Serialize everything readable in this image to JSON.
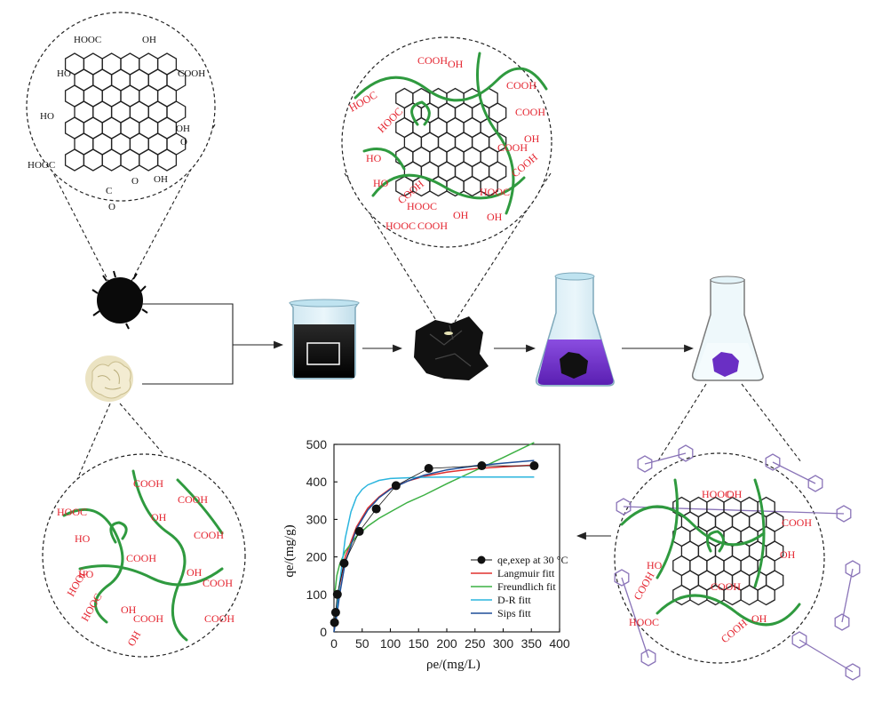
{
  "diagram": {
    "graphite_labels": {
      "hooc_top": "HOOC",
      "oh_top": "OH",
      "cooh_right": "COOH",
      "ho_1": "HO",
      "ho_2": "HO",
      "oh_right": "OH",
      "o_right": "O",
      "hooc_left": "HOOC",
      "oh_bottom": "OH",
      "c_bottom": "C",
      "o_bottom": "O",
      "o_ring": "O"
    },
    "cellulose_labels": [
      "COOH",
      "HOOC",
      "OH",
      "HO",
      "COOH",
      "COOH",
      "HO",
      "COOH",
      "OH",
      "COOH",
      "HOOC",
      "COOH",
      "HOOC",
      "OH",
      "OH",
      "COOH"
    ],
    "composite_labels": [
      "COOH",
      "HOOC",
      "OH",
      "COOH",
      "HOOC",
      "HO",
      "COOH",
      "OH",
      "HO",
      "COOH",
      "HOOC",
      "COOH",
      "OH",
      "COOH",
      "HOOC",
      "COOH",
      "OH",
      "HOOC"
    ],
    "adsorbed_labels": [
      "HOOC",
      "OH",
      "COOH",
      "HO",
      "OH",
      "COOH",
      "COOH",
      "HOOC",
      "OH",
      "COOH"
    ],
    "colors": {
      "green_chain": "#2f9a3f",
      "red_group": "#e4232e",
      "purple_dye": "#6a2fc4",
      "dye_molecule": "#8a74b8"
    }
  },
  "chart_data": {
    "type": "scatter",
    "xlabel": "ρe/(mg/L)",
    "ylabel": "qe/(mg/g)",
    "xlim": [
      0,
      400
    ],
    "ylim": [
      0,
      500
    ],
    "xticks": [
      "0",
      "50",
      "100",
      "150",
      "200",
      "250",
      "300",
      "350",
      "400"
    ],
    "yticks": [
      "0",
      "100",
      "200",
      "300",
      "400",
      "500"
    ],
    "grid": false,
    "legend_position": "lower-right",
    "points": {
      "name": "qe,exep at 30 °C",
      "x": [
        1,
        3,
        6,
        18,
        45,
        75,
        110,
        168,
        262,
        355
      ],
      "y": [
        25,
        52,
        100,
        183,
        268,
        328,
        390,
        436,
        443,
        443
      ]
    },
    "fits": [
      {
        "name": "Langmuir fitt",
        "color": "#e0302f",
        "x": [
          0,
          5,
          10,
          20,
          40,
          60,
          80,
          100,
          130,
          160,
          200,
          250,
          300,
          355
        ],
        "y": [
          0,
          70,
          125,
          200,
          280,
          330,
          360,
          382,
          402,
          415,
          426,
          435,
          440,
          445
        ]
      },
      {
        "name": "Freundlich fit",
        "color": "#3cb043",
        "x": [
          1,
          5,
          10,
          20,
          40,
          60,
          80,
          100,
          130,
          160,
          200,
          250,
          300,
          355
        ],
        "y": [
          95,
          150,
          180,
          215,
          255,
          282,
          303,
          320,
          345,
          365,
          395,
          430,
          465,
          505
        ]
      },
      {
        "name": "D-R fitt",
        "color": "#2bb5de",
        "x": [
          0,
          5,
          10,
          20,
          30,
          40,
          50,
          60,
          80,
          100,
          150,
          200,
          355
        ],
        "y": [
          0,
          60,
          130,
          250,
          320,
          360,
          380,
          392,
          404,
          409,
          412,
          413,
          413
        ]
      },
      {
        "name": "Sips fitt",
        "color": "#1f4f99",
        "x": [
          0,
          5,
          10,
          20,
          40,
          60,
          80,
          100,
          130,
          160,
          200,
          250,
          300,
          355
        ],
        "y": [
          0,
          45,
          100,
          185,
          275,
          325,
          358,
          380,
          402,
          418,
          432,
          443,
          450,
          457
        ]
      }
    ]
  }
}
